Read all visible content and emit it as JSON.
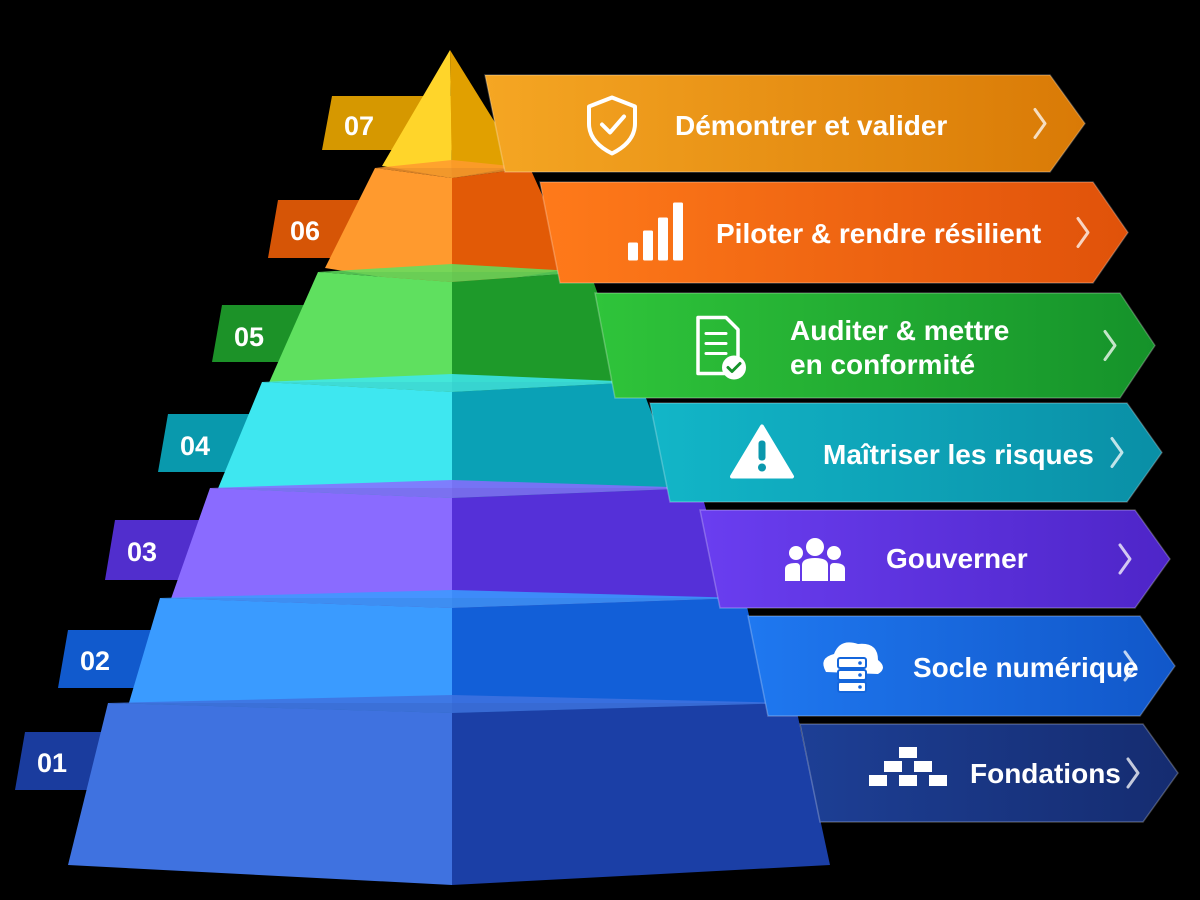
{
  "levels": [
    {
      "number": "07",
      "label": "Démontrer et valider",
      "icon": "shield-check-icon",
      "colors": {
        "light": "#ffd52a",
        "dark": "#e1a000",
        "banner_from": "#f5a623",
        "banner_to": "#d97a06"
      }
    },
    {
      "number": "06",
      "label": "Piloter & rendre résilient",
      "icon": "bar-chart-icon",
      "colors": {
        "light": "#ff9a2e",
        "dark": "#e25a06",
        "banner_from": "#ff7a1a",
        "banner_to": "#e0520a"
      }
    },
    {
      "number": "05",
      "label": "Auditer & mettre en conformité",
      "icon": "audit-document-icon",
      "colors": {
        "light": "#5fe05f",
        "dark": "#1e9a2a",
        "banner_from": "#2fc43a",
        "banner_to": "#15922a"
      }
    },
    {
      "number": "04",
      "label": "Maîtriser les risques",
      "icon": "warning-icon",
      "colors": {
        "light": "#3ee7f0",
        "dark": "#0aa1b6",
        "banner_from": "#12b6c8",
        "banner_to": "#0a8fa6"
      }
    },
    {
      "number": "03",
      "label": "Gouverner",
      "icon": "people-group-icon",
      "colors": {
        "light": "#8a6bff",
        "dark": "#5530d8",
        "banner_from": "#6a3ef0",
        "banner_to": "#4e25c8"
      }
    },
    {
      "number": "02",
      "label": "Socle numérique",
      "icon": "cloud-server-icon",
      "colors": {
        "light": "#3a9bff",
        "dark": "#125fd8",
        "banner_from": "#1f78f0",
        "banner_to": "#1157c9"
      }
    },
    {
      "number": "01",
      "label": "Fondations",
      "icon": "stacked-blocks-icon",
      "colors": {
        "light": "#3f72e0",
        "dark": "#1b3fa6",
        "banner_from": "#1d3f95",
        "banner_to": "#152c70"
      }
    }
  ]
}
